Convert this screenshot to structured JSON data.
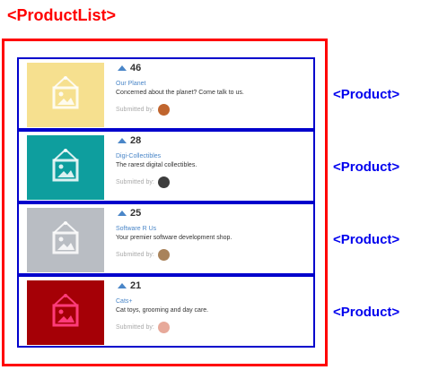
{
  "list_label": "<ProductList>",
  "product_tag": "<Product>",
  "submitted_label": "Submitted by:",
  "products": [
    {
      "votes": "46",
      "name": "Our Planet",
      "description": "Concerned about the planet? Come talk to us.",
      "thumb_color": "#f6e08f",
      "avatar_color": "#c0652e"
    },
    {
      "votes": "28",
      "name": "Digi-Collectibles",
      "description": "The rarest digital collectibles.",
      "thumb_color": "#0e9e9e",
      "avatar_color": "#3d3d3d"
    },
    {
      "votes": "25",
      "name": "Software R Us",
      "description": "Your premier software development shop.",
      "thumb_color": "#b9bdc3",
      "avatar_color": "#a9835b"
    },
    {
      "votes": "21",
      "name": "Cats+",
      "description": "Cat toys, grooming and day care.",
      "thumb_color": "#a50006",
      "avatar_color": "#e7a99a"
    }
  ],
  "colors": {
    "list_border": "#ff0000",
    "product_border": "#0000cc",
    "tag_text": "#0000ee",
    "link": "#4a86c8"
  }
}
